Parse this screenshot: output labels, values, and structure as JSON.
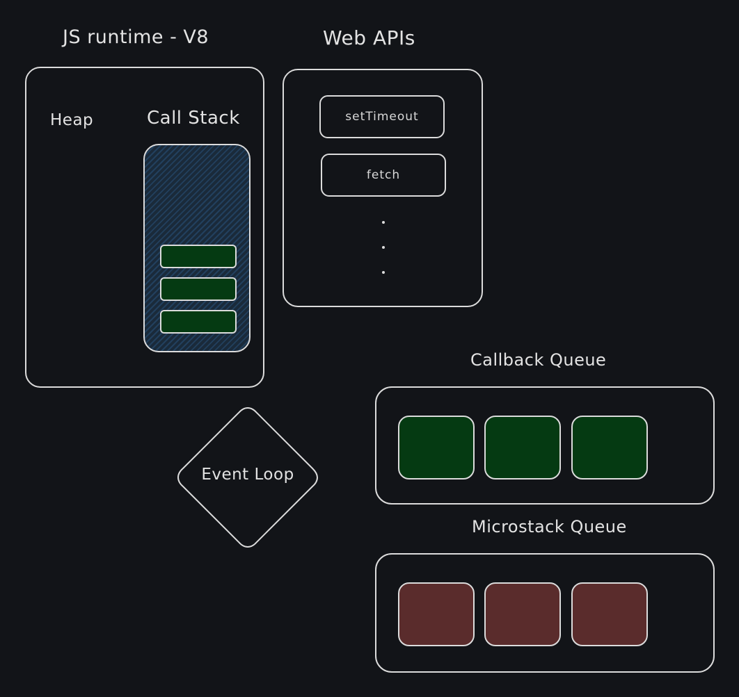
{
  "runtime": {
    "title": "JS runtime - V8",
    "heap_label": "Heap",
    "call_stack_label": "Call Stack",
    "frame_count": 3,
    "frame_color": "#053a12"
  },
  "web_apis": {
    "title": "Web APIs",
    "items": [
      "setTimeout",
      "fetch"
    ],
    "ellipsis": "..."
  },
  "event_loop": {
    "label": "Event Loop"
  },
  "callback_queue": {
    "title": "Callback Queue",
    "task_count": 3,
    "task_color": "#053a12"
  },
  "microstack_queue": {
    "title": "Microstack Queue",
    "task_count": 3,
    "task_color": "#5a2c2c"
  },
  "colors": {
    "background": "#121418",
    "stroke": "#dcdcdc",
    "text": "#e3e3e3",
    "hatch_dark": "#1a2a3a",
    "hatch_light": "#22405e"
  }
}
